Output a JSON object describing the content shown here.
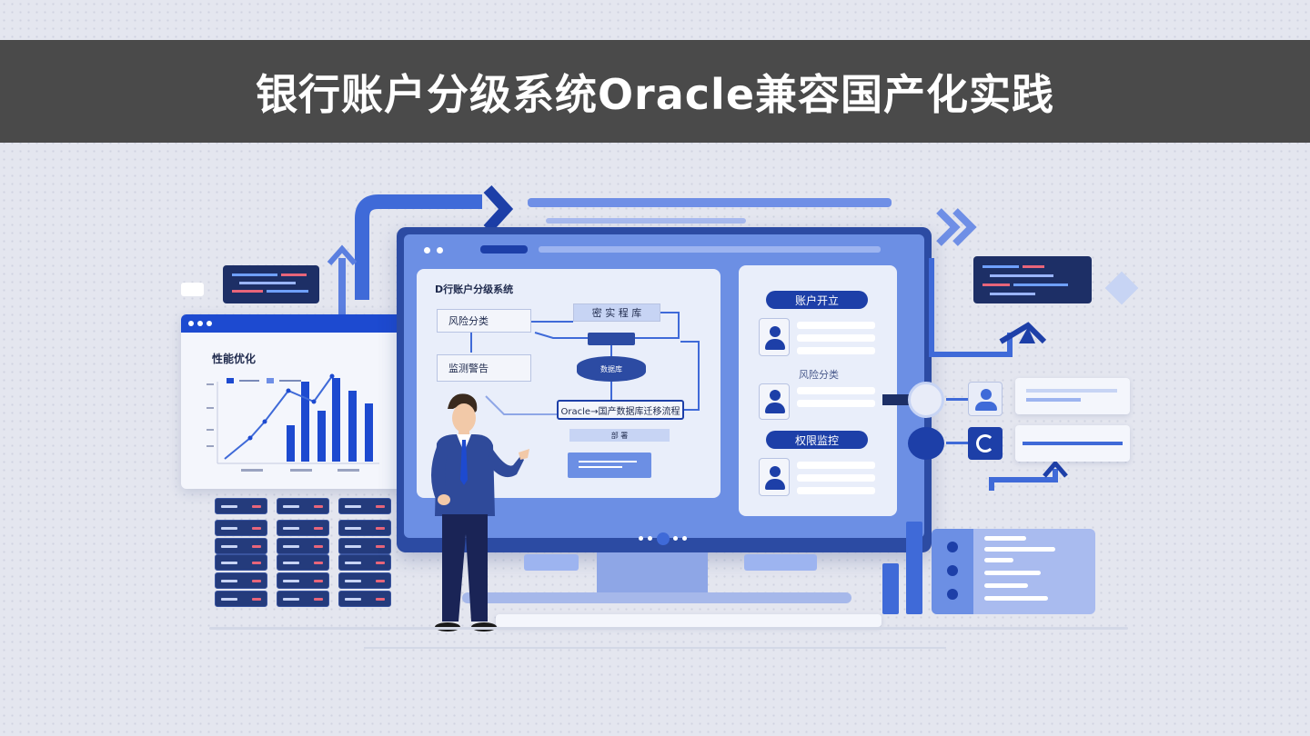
{
  "title": "银行账户分级系统Oracle兼容国产化实践",
  "colors": {
    "title_bar": "#4a4a4a",
    "accent": "#1d3fa8",
    "monitor_frame": "#2c4ba3",
    "panel": "#e9eefa"
  },
  "perf_window": {
    "title": "性能优化",
    "chart_type": "bar-with-line"
  },
  "flow_panel": {
    "heading": "Ⅾ行账户分级系统",
    "risk_box": "风险分类",
    "monitor_box": "监测警告",
    "top_box": "密 实 程 库",
    "db_label": "数据库",
    "migration_label": "Oracle→国产数据库迁移流程",
    "small_box": "部 署"
  },
  "right_panel": {
    "open_account": "账户开立",
    "risk_classify": "风险分类",
    "permission": "权限监控"
  },
  "icons": [
    "arrow-up-icon",
    "chevron-right-icon",
    "double-chevron-icon",
    "user-icon",
    "refresh-icon",
    "database-icon"
  ]
}
